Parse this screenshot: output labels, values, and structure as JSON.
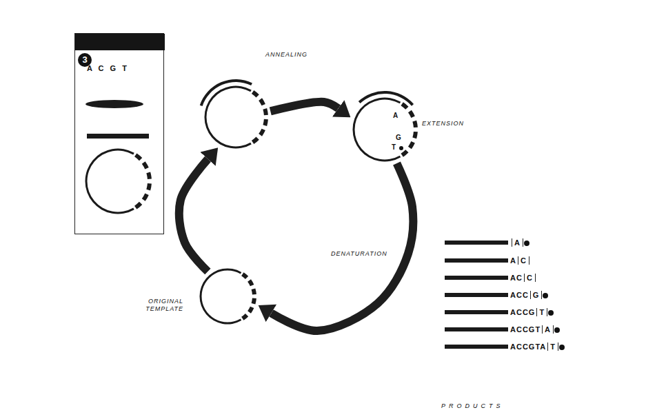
{
  "diagram": {
    "nodes": [
      {
        "text": [
          "3",
          "A C G T"
        ]
      },
      {
        "text": [
          "ANNEALING"
        ]
      },
      {
        "text": [
          "EXTENSION",
          "A",
          "G",
          "T"
        ]
      },
      {
        "text": [
          "ORIGINAL TEMPLATE"
        ]
      }
    ],
    "edges": [
      {
        "from": 3,
        "to": 1,
        "arrow": "to"
      },
      {
        "from": 1,
        "to": 2,
        "arrow": "to"
      },
      {
        "from": 2,
        "to": 3,
        "arrow": "to",
        "label": "DENATURATION"
      }
    ],
    "labels": [
      "A",
      "A",
      "C",
      "AC",
      "C",
      "ACC",
      "G",
      "ACCG",
      "T",
      "ACCGT",
      "A",
      "ACCGTA",
      "T",
      "PRODUCTS"
    ]
  }
}
